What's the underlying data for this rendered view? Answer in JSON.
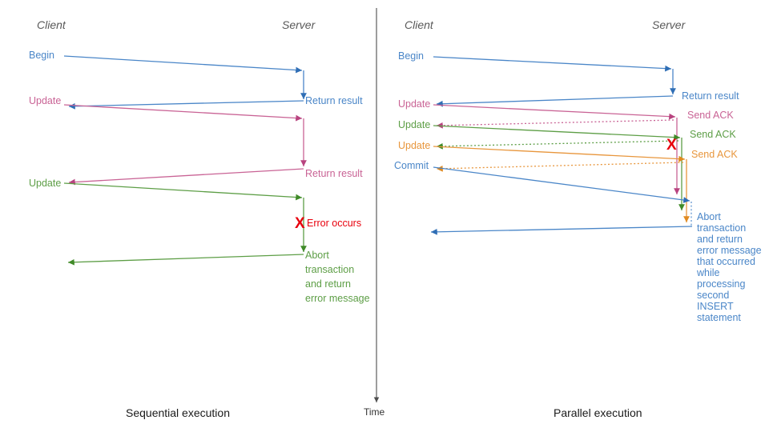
{
  "diagram": {
    "title_left_caption": "Sequential execution",
    "title_right_caption": "Parallel execution",
    "time_axis_label": "Time",
    "colors": {
      "blue": "#4a86c8",
      "pink": "#c96395",
      "green": "#5d9e46",
      "orange": "#e8963c",
      "red": "#e8000d",
      "header_gray": "#595959",
      "axis_gray": "#4d4d4d"
    }
  },
  "left_panel": {
    "header_client": "Client",
    "header_server": "Server",
    "caption": "Sequential execution",
    "messages": [
      {
        "label": "Begin",
        "side": "client",
        "color": "blue"
      },
      {
        "label": "Return result",
        "side": "server",
        "color": "blue"
      },
      {
        "label": "Update",
        "side": "client",
        "color": "pink"
      },
      {
        "label": "Return result",
        "side": "server",
        "color": "pink"
      },
      {
        "label": "Update",
        "side": "client",
        "color": "green"
      },
      {
        "label": "Error occurs",
        "side": "server",
        "color": "red"
      },
      {
        "label": "Abort transaction and return error message",
        "side": "server",
        "color": "green"
      }
    ],
    "error_marker": "X",
    "error_label": "Error occurs",
    "abort_lines": [
      "Abort",
      "transaction",
      "and return",
      "error message"
    ]
  },
  "right_panel": {
    "header_client": "Client",
    "header_server": "Server",
    "caption": "Parallel execution",
    "messages": [
      {
        "label": "Begin",
        "side": "client",
        "color": "blue"
      },
      {
        "label": "Return result",
        "side": "server",
        "color": "blue"
      },
      {
        "label": "Update",
        "side": "client",
        "color": "pink"
      },
      {
        "label": "Send ACK",
        "side": "server",
        "color": "pink"
      },
      {
        "label": "Update",
        "side": "client",
        "color": "green"
      },
      {
        "label": "Send ACK",
        "side": "server",
        "color": "green"
      },
      {
        "label": "Update",
        "side": "client",
        "color": "orange"
      },
      {
        "label": "Send ACK",
        "side": "server",
        "color": "orange"
      },
      {
        "label": "Commit",
        "side": "client",
        "color": "blue"
      }
    ],
    "error_marker": "X",
    "abort_lines": [
      "Abort",
      "transaction",
      "and return",
      "error message",
      "that occurred",
      "while",
      "processing",
      "second",
      "INSERT",
      "statement"
    ]
  }
}
